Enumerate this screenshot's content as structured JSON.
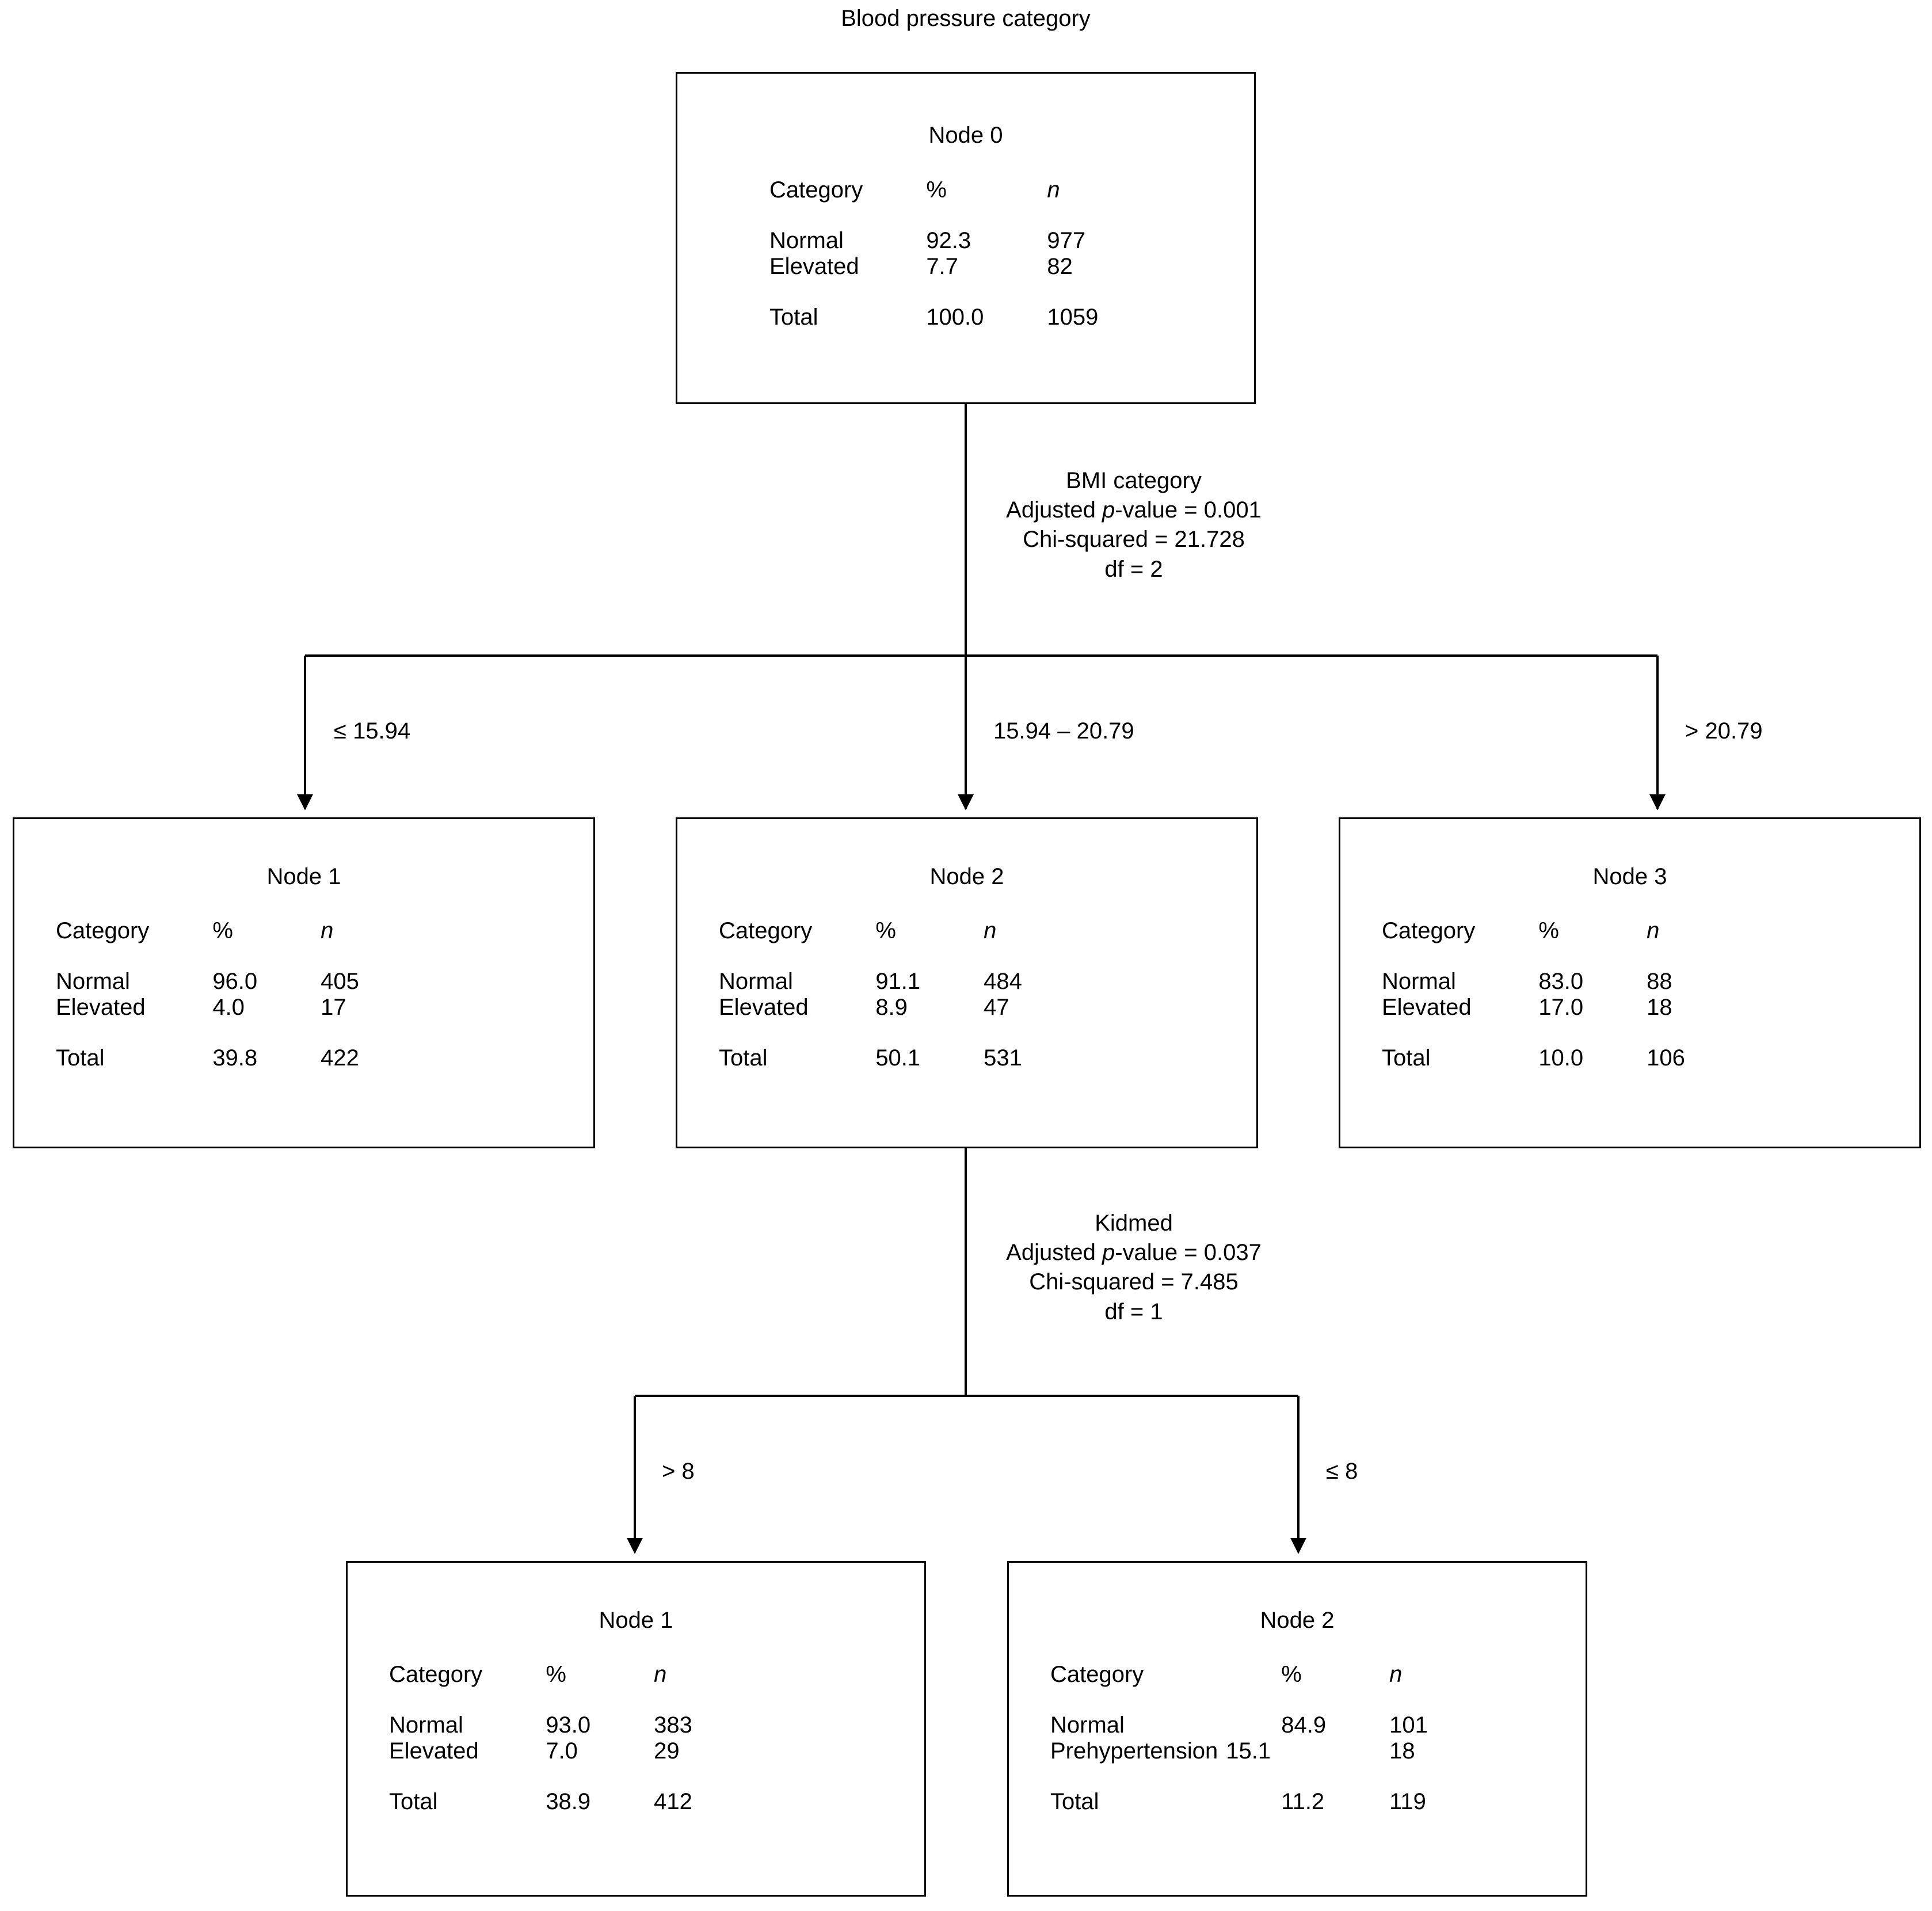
{
  "chart_data": {
    "type": "table",
    "title": "Blood pressure category",
    "description": "CHAID decision tree for blood pressure category",
    "columns": [
      "Category",
      "%",
      "n"
    ],
    "nodes": [
      {
        "id": "node0",
        "title": "Node 0",
        "rows": [
          {
            "category": "Normal",
            "pct": "92.3",
            "n": "977"
          },
          {
            "category": "Elevated",
            "pct": "7.7",
            "n": "82"
          }
        ],
        "total": {
          "label": "Total",
          "pct": "100.0",
          "n": "1059"
        }
      },
      {
        "id": "node1",
        "title": "Node 1",
        "rows": [
          {
            "category": "Normal",
            "pct": "96.0",
            "n": "405"
          },
          {
            "category": "Elevated",
            "pct": "4.0",
            "n": "17"
          }
        ],
        "total": {
          "label": "Total",
          "pct": "39.8",
          "n": "422"
        }
      },
      {
        "id": "node2",
        "title": "Node 2",
        "rows": [
          {
            "category": "Normal",
            "pct": "91.1",
            "n": "484"
          },
          {
            "category": "Elevated",
            "pct": "8.9",
            "n": "47"
          }
        ],
        "total": {
          "label": "Total",
          "pct": "50.1",
          "n": "531"
        }
      },
      {
        "id": "node3",
        "title": "Node 3",
        "rows": [
          {
            "category": "Normal",
            "pct": "83.0",
            "n": "88"
          },
          {
            "category": "Elevated",
            "pct": "17.0",
            "n": "18"
          }
        ],
        "total": {
          "label": "Total",
          "pct": "10.0",
          "n": "106"
        }
      },
      {
        "id": "node1b",
        "title": "Node 1",
        "rows": [
          {
            "category": "Normal",
            "pct": "93.0",
            "n": "383"
          },
          {
            "category": "Elevated",
            "pct": "7.0",
            "n": "29"
          }
        ],
        "total": {
          "label": "Total",
          "pct": "38.9",
          "n": "412"
        }
      },
      {
        "id": "node2b",
        "title": "Node 2",
        "rows": [
          {
            "category": "Normal",
            "pct": "84.9",
            "n": "101"
          },
          {
            "category": "Prehypertension",
            "pct": "15.1",
            "n": "18"
          }
        ],
        "total": {
          "label": "Total",
          "pct": "11.2",
          "n": "119"
        }
      }
    ],
    "splits": [
      {
        "id": "split_bmi",
        "variable": "BMI category",
        "p_prefix": "Adjusted ",
        "p_italic": "p",
        "p_suffix": "-value = 0.001",
        "chi_squared": "Chi-squared = 21.728",
        "df": "df = 2",
        "branches": [
          "≤ 15.94",
          "15.94 – 20.79",
          "> 20.79"
        ]
      },
      {
        "id": "split_kidmed",
        "variable": "Kidmed",
        "p_prefix": "Adjusted ",
        "p_italic": "p",
        "p_suffix": "-value = 0.037",
        "chi_squared": "Chi-squared = 7.485",
        "df": "df = 1",
        "branches": [
          "> 8",
          "≤ 8"
        ]
      }
    ],
    "colors": {
      "background": "#ffffff",
      "line": "#000000",
      "text": "#000000"
    }
  }
}
